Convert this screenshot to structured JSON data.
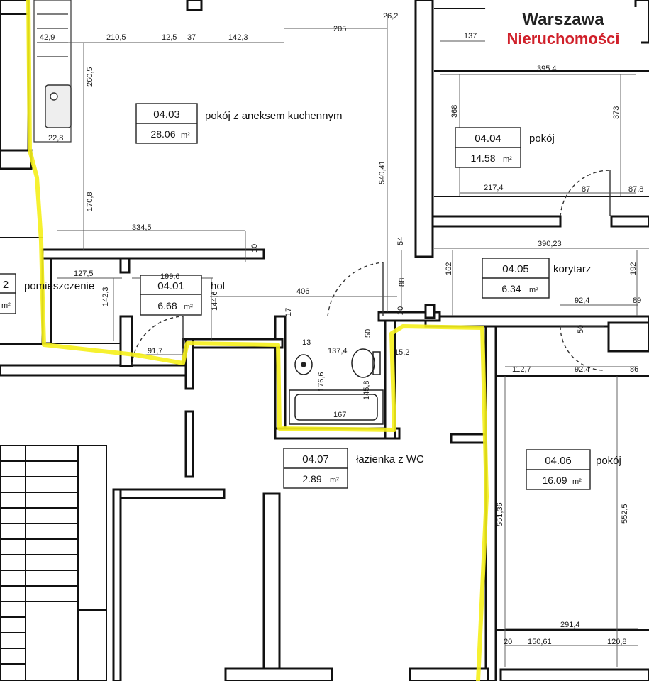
{
  "logo": {
    "line1": "Warszawa",
    "line2": "Nieruchomości",
    "accent": "#d0202a"
  },
  "highlight_color": "#f5ef1a",
  "rooms": [
    {
      "code": "04.03",
      "name": "pokój z aneksem kuchennym",
      "area": "28.06",
      "unit": "m²"
    },
    {
      "code": "04.04",
      "name": "pokój",
      "area": "14.58",
      "unit": "m²"
    },
    {
      "code": "04.05",
      "name": "korytarz",
      "area": "6.34",
      "unit": "m²"
    },
    {
      "code": "04.01",
      "name": "hol",
      "area": "6.68",
      "unit": "m²"
    },
    {
      "code": "04.07",
      "name": "łazienka z WC",
      "area": "2.89",
      "unit": "m²"
    },
    {
      "code": "04.06",
      "name": "pokój",
      "area": "16.09",
      "unit": "m²"
    },
    {
      "code": "2",
      "name": "pomieszczenie",
      "area": "",
      "unit": "m²"
    }
  ],
  "dimensions": [
    "42,9",
    "210,5",
    "12,5",
    "37",
    "142,3",
    "205",
    "26,2",
    "137",
    "395,4",
    "260,5",
    "22,8",
    "170,8",
    "334,5",
    "540,41",
    "368",
    "373",
    "217,4",
    "87",
    "87,8",
    "390,23",
    "54",
    "162",
    "192",
    "127,5",
    "199,6",
    "142,3",
    "144,6",
    "10",
    "406",
    "17",
    "88",
    "20",
    "50",
    "13",
    "137,4",
    "15,2",
    "176,6",
    "145,8",
    "167",
    "91,7",
    "92,4",
    "89",
    "50",
    "112,7",
    "92,4",
    "86",
    "551,36",
    "552,5",
    "291,4",
    "20",
    "150,61",
    "120,8"
  ]
}
